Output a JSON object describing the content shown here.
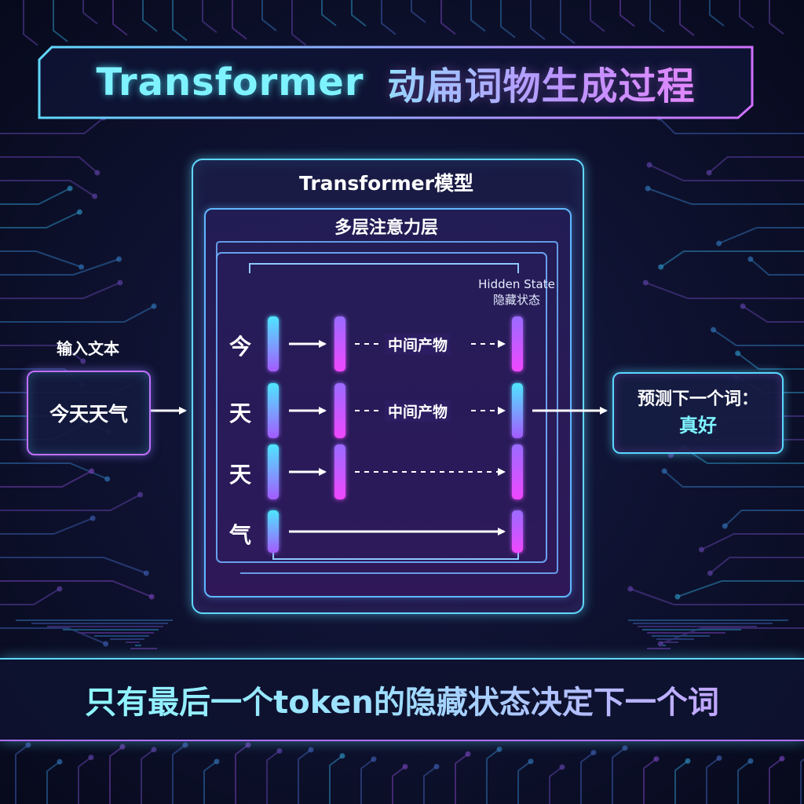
{
  "title": {
    "english": "Transformer",
    "chinese": "动扁词物生成过程"
  },
  "model": {
    "title": "Transformer模型",
    "layers_title": "多层注意力层",
    "hidden_state_en": "Hidden State",
    "hidden_state_zh": "隐藏状态"
  },
  "input": {
    "label": "输入文本",
    "text": "今天天气"
  },
  "tokens": [
    "今",
    "天",
    "天",
    "气"
  ],
  "intermediate_label": "中间产物",
  "output": {
    "prefix": "预测下一个词：",
    "word": "真好"
  },
  "footer": {
    "text": "只有最后一个token的隐藏状态决定下一个词"
  },
  "colors": {
    "cyan": "#5fd8ff",
    "purple": "#c070ff",
    "magenta": "#e34bff",
    "background": "#0a0e24"
  }
}
